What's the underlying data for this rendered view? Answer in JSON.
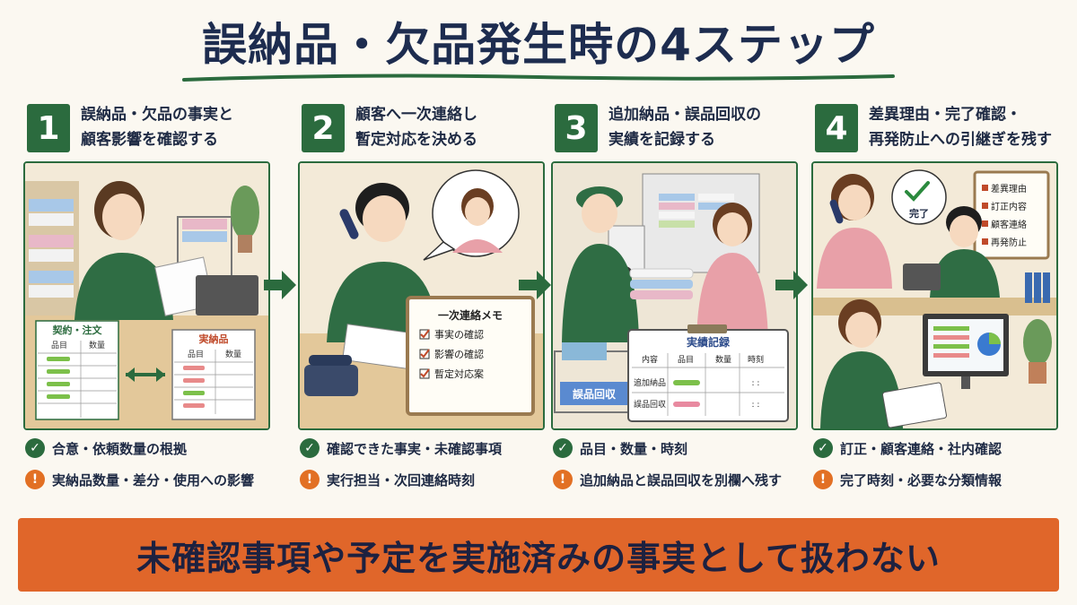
{
  "title": "誤納品・欠品発生時の4ステップ",
  "colors": {
    "green": "#2b6b3e",
    "orange": "#e0662a",
    "navy": "#1d2c4f"
  },
  "steps": [
    {
      "number": "1",
      "heading_line1": "誤納品・欠品の事実と",
      "heading_line2": "顧客影響を確認する",
      "illustration": {
        "contract_label": "契約・注文",
        "contract_col1": "品目",
        "contract_col2": "数量",
        "delivered_label": "実納品",
        "delivered_col1": "品目",
        "delivered_col2": "数量"
      },
      "check_note": "合意・依頼数量の根拠",
      "warn_note": "実納品数量・差分・使用への影響"
    },
    {
      "number": "2",
      "heading_line1": "顧客へ一次連絡し",
      "heading_line2": "暫定対応を決める",
      "illustration": {
        "memo_title": "一次連絡メモ",
        "memo_items": [
          "事実の確認",
          "影響の確認",
          "暫定対応案"
        ]
      },
      "check_note": "確認できた事実・未確認事項",
      "warn_note": "実行担当・次回連絡時刻"
    },
    {
      "number": "3",
      "heading_line1": "追加納品・誤品回収の",
      "heading_line2": "実績を記録する",
      "illustration": {
        "record_title": "実績記録",
        "record_headers": [
          "内容",
          "品目",
          "数量",
          "時刻"
        ],
        "record_rows": [
          "追加納品",
          "誤品回収"
        ],
        "cart_label": "誤品回収"
      },
      "check_note": "品目・数量・時刻",
      "warn_note": "追加納品と誤品回収を別欄へ残す"
    },
    {
      "number": "4",
      "heading_line1": "差異理由・完了確認・",
      "heading_line2": "再発防止への引継ぎを残す",
      "illustration": {
        "done_label": "完了",
        "board_items": [
          "差異理由",
          "訂正内容",
          "顧客連絡",
          "再発防止"
        ]
      },
      "check_note": "訂正・顧客連絡・社内確認",
      "warn_note": "完了時刻・必要な分類情報"
    }
  ],
  "icons": {
    "check": "check-circle-icon",
    "warn": "exclamation-circle-icon",
    "arrow": "right-arrow-icon"
  },
  "banner": "未確認事項や予定を実施済みの事実として扱わない"
}
